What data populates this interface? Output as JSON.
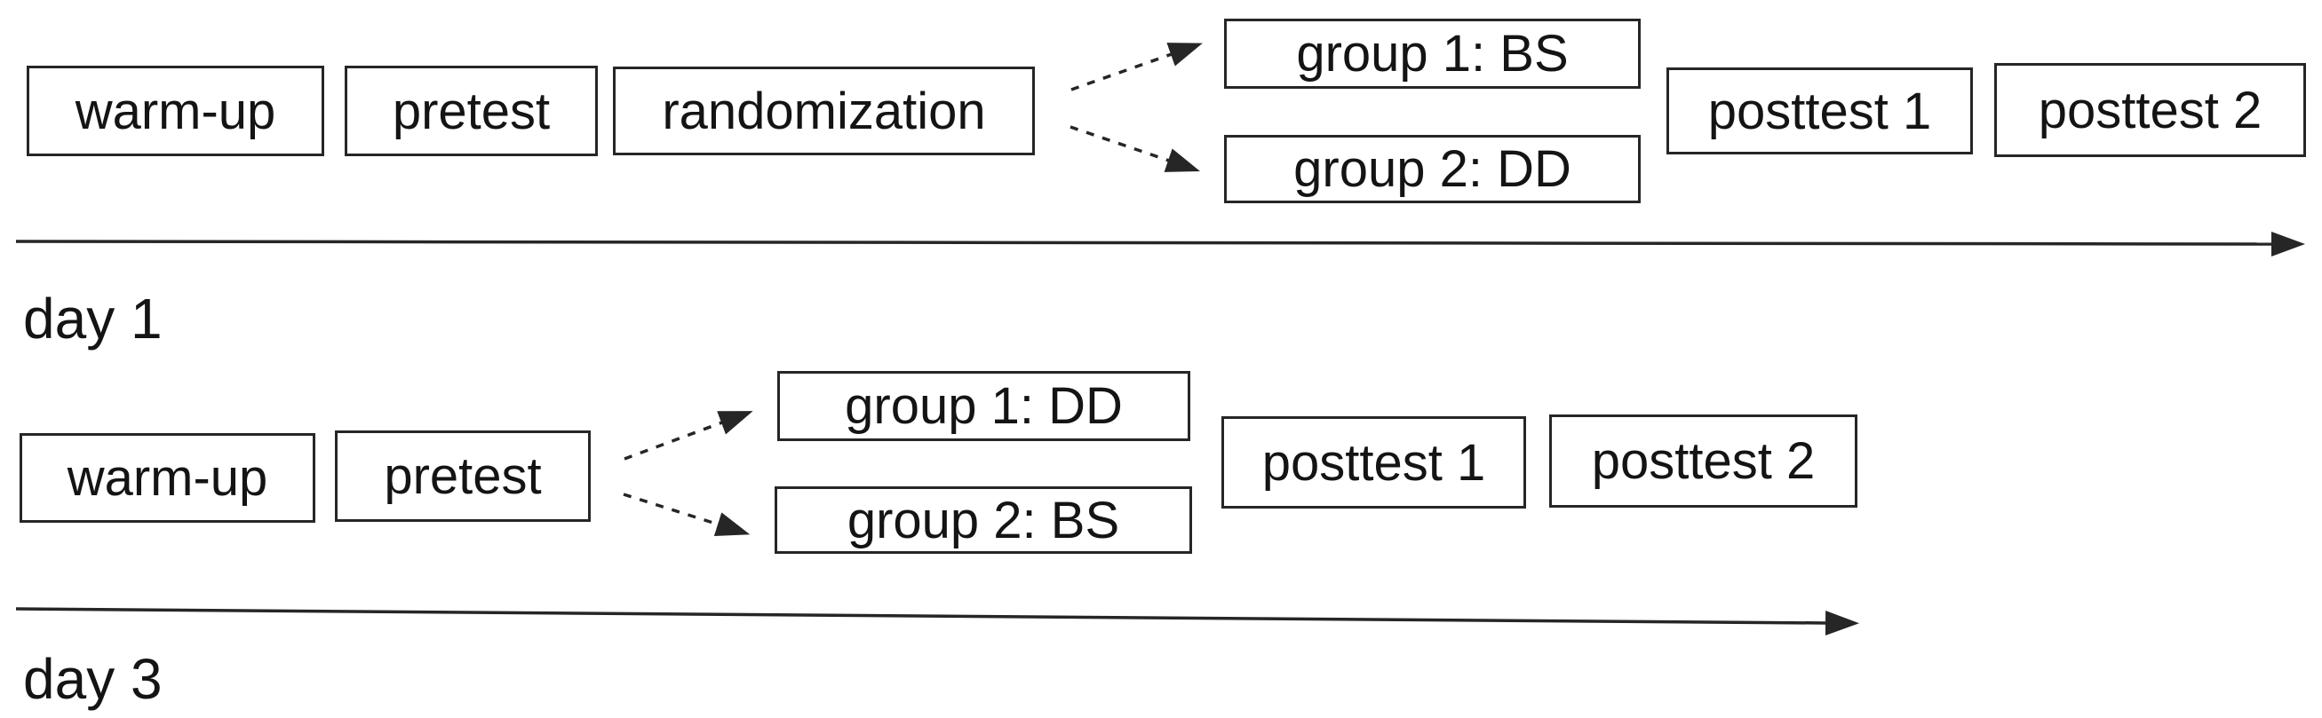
{
  "figure": {
    "type": "study-design-flow-diagram",
    "colors": {
      "background": "#ffffff",
      "text": "#141414",
      "box_border": "#262626",
      "arrow": "#262626"
    },
    "rows": [
      {
        "day_label": "day 1",
        "boxes": [
          {
            "label": "warm-up"
          },
          {
            "label": "pretest"
          },
          {
            "label": "randomization"
          },
          {
            "label": "group 1: BS"
          },
          {
            "label": "group 2: DD"
          },
          {
            "label": "posttest 1"
          },
          {
            "label": "posttest 2"
          }
        ]
      },
      {
        "day_label": "day 3",
        "boxes": [
          {
            "label": "warm-up"
          },
          {
            "label": "pretest"
          },
          {
            "label": "group 1: DD"
          },
          {
            "label": "group 2: BS"
          },
          {
            "label": "posttest 1"
          },
          {
            "label": "posttest 2"
          }
        ]
      }
    ]
  }
}
